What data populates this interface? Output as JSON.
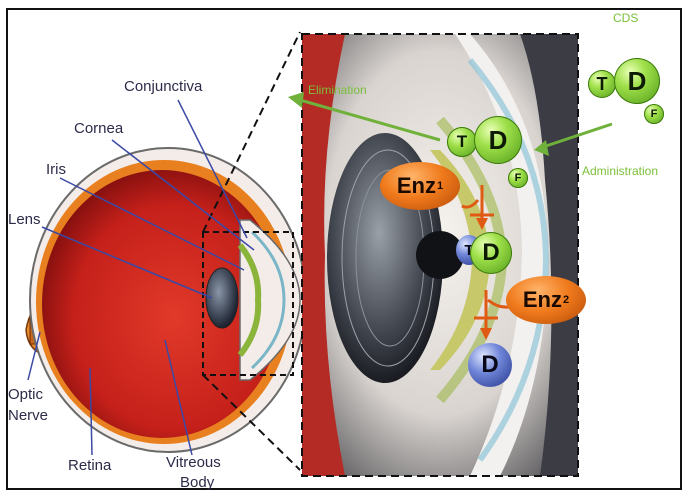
{
  "labels": {
    "conjunctiva": "Conjunctiva",
    "cornea": "Cornea",
    "iris": "Iris",
    "lens": "Lens",
    "optic_nerve_1": "Optic",
    "optic_nerve_2": "Nerve",
    "retina": "Retina",
    "vitreous_1": "Vitreous",
    "vitreous_2": "Body"
  },
  "process": {
    "cds": "CDS",
    "elimination": "Elimination",
    "administration": "Administration"
  },
  "molecules": {
    "t": "T",
    "d": "D",
    "f": "F",
    "enz": "Enz",
    "enz1_sup": "1",
    "enz2_sup": "2"
  },
  "colors": {
    "green_label": "#7bbf3a",
    "green_arrow": "#6fb13a",
    "orange_arrow": "#e05a14",
    "enzyme": "#f07a1c",
    "blue_molecule": "#3a4fb0"
  }
}
